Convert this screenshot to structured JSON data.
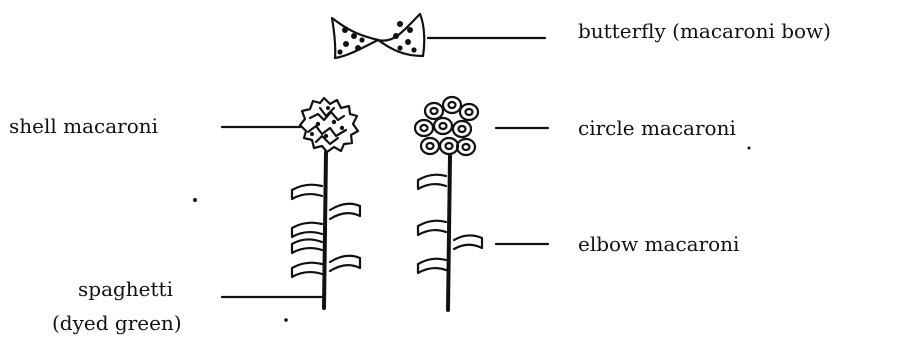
{
  "labels": {
    "butterfly": "butterfly (macaroni bow)",
    "shell": "shell macaroni",
    "circle": "circle macaroni",
    "elbow": "elbow macaroni",
    "spaghetti_line1": "spaghetti",
    "spaghetti_line2": "(dyed green)"
  },
  "colors": {
    "ink": "#111111",
    "paper": "#ffffff"
  }
}
